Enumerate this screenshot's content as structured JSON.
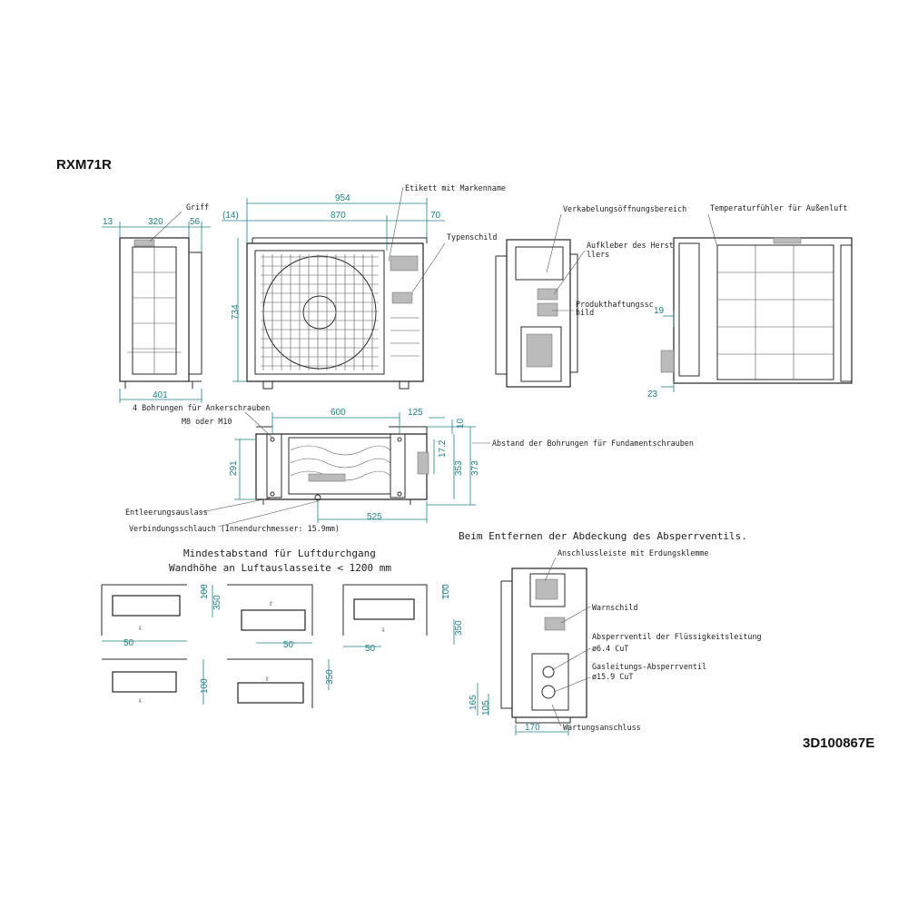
{
  "header": {
    "model": "RXM71R",
    "doc_code": "3D100867E"
  },
  "dims": {
    "side_left": {
      "d13": "13",
      "d320": "320",
      "d56": "56",
      "d401": "401"
    },
    "front": {
      "d954": "954",
      "d14": "(14)",
      "d870": "870",
      "d70": "70",
      "d734": "734"
    },
    "back": {
      "d19": "19",
      "d23": "23"
    },
    "bottom": {
      "d600": "600",
      "d125": "125",
      "d10": "10",
      "d291": "291",
      "d172": "17.2",
      "d353": "353",
      "d373": "373",
      "d525": "525"
    },
    "clearance": {
      "a100": "100",
      "a350": "350",
      "a50": "50",
      "b50": "50",
      "c100": "100",
      "c350": "350",
      "c50": "50",
      "d100": "100",
      "e350": "350"
    },
    "valve": {
      "d165": "165",
      "d105": "105",
      "d170": "170"
    }
  },
  "labels": {
    "griff": "Griff",
    "etikett": "Etikett mit Markenname",
    "typenschild": "Typenschild",
    "verkabelung": "Verkabelungsöffnungsbereich",
    "aufkleber_1": "Aufkleber des Herste",
    "aufkleber_2": "llers",
    "produkt_1": "Produkthaftungssc",
    "produkt_2": "hild",
    "temperatur": "Temperaturfühler für Außenluft",
    "bohrungen": "4 Bohrungen für Ankerschrauben",
    "m8": "M8 oder M10",
    "abstand": "Abstand der Bohrungen für Fundamentschrauben",
    "entleerung": "Entleerungsauslass",
    "schlauch": "Verbindungsschlauch (Innendurchmesser: 15.9mm)",
    "anschluss": "Anschlussleiste mit Erdungsklemme",
    "warn": "Warnschild",
    "fluessig": "Absperrventil der Flüssigkeitsleitung",
    "fluessig_size": "ø6.4 CuT",
    "gas": "Gasleitungs-Absperrventil",
    "gas_size": "ø15.9 CuT",
    "wartung": "Wartungsanschluss"
  },
  "titles": {
    "clearance_1": "Mindestabstand für Luftdurchgang",
    "clearance_2": "Wandhöhe an Luftauslasseite < 1200 mm",
    "cover": "Beim Entfernen der Abdeckung des Absperrventils."
  },
  "colors": {
    "dimension": "#1f7f86",
    "outline": "#222222"
  }
}
